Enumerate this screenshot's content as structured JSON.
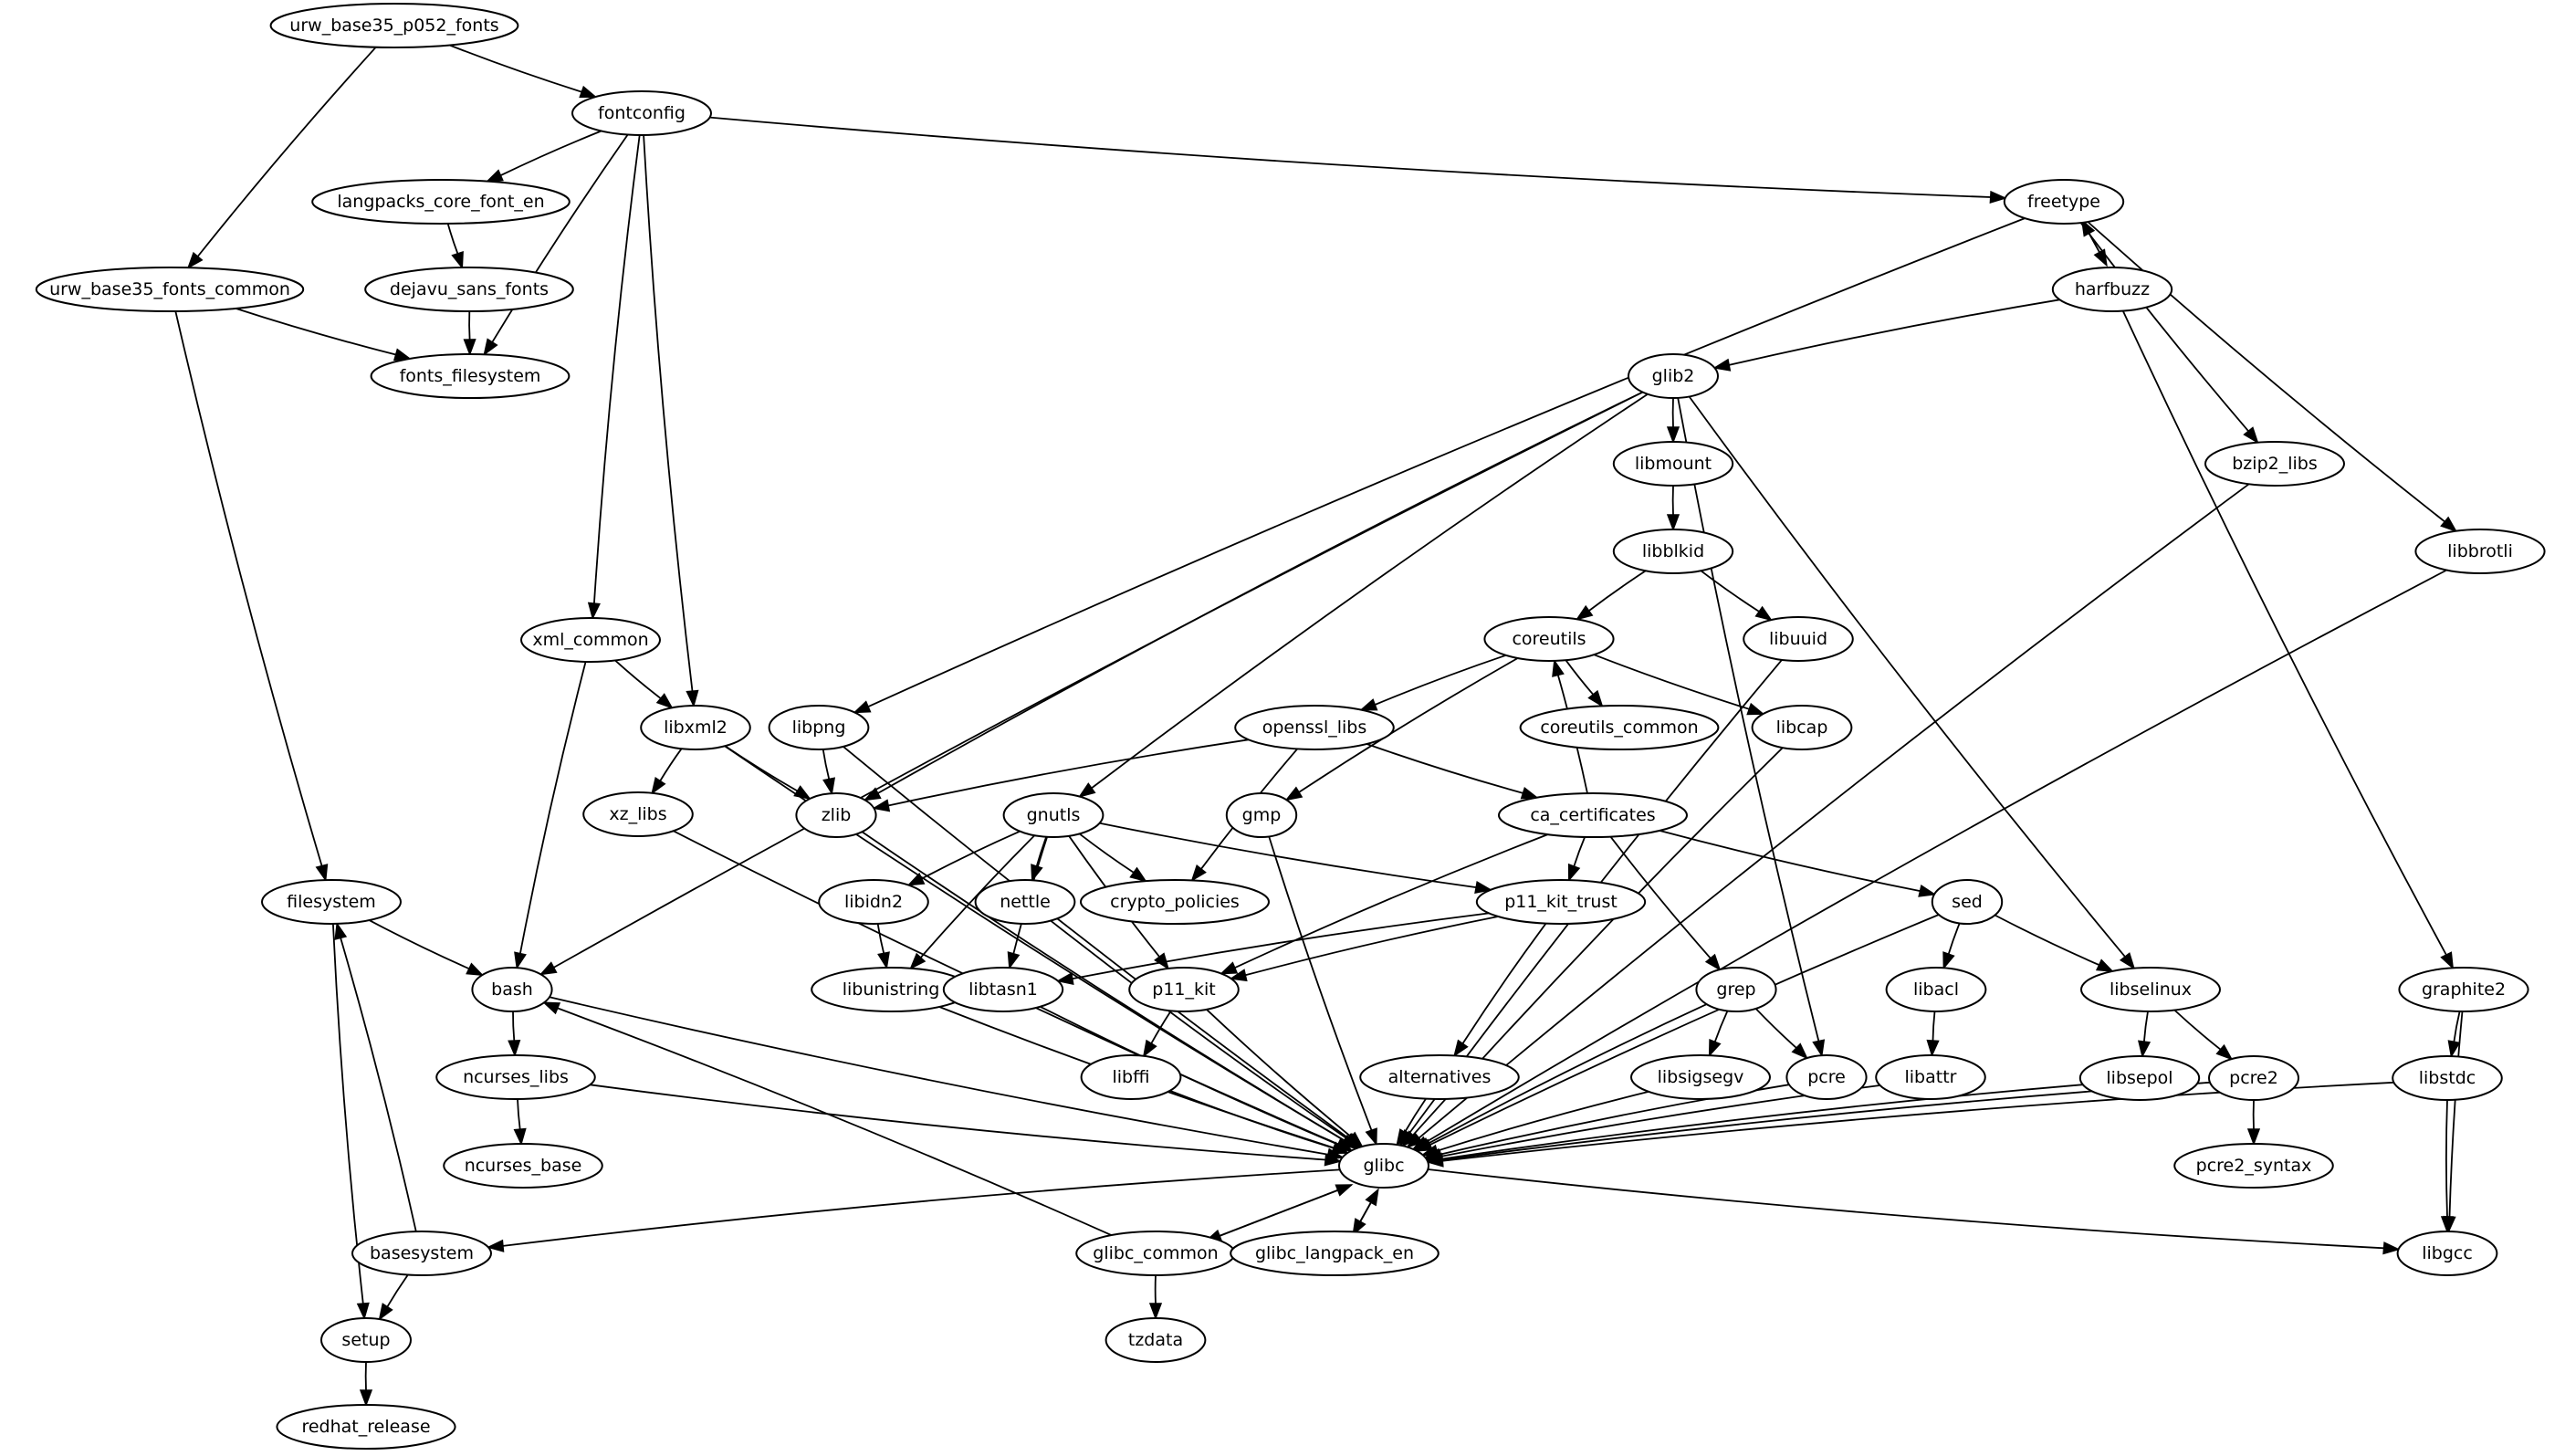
{
  "graph": {
    "title": "Package dependency graph",
    "nodes": [
      {
        "id": "urw_base35_p052_fonts",
        "label": "urw_base35_p052_fonts"
      },
      {
        "id": "fontconfig",
        "label": "fontconfig"
      },
      {
        "id": "langpacks_core_font_en",
        "label": "langpacks_core_font_en"
      },
      {
        "id": "urw_base35_fonts_common",
        "label": "urw_base35_fonts_common"
      },
      {
        "id": "dejavu_sans_fonts",
        "label": "dejavu_sans_fonts"
      },
      {
        "id": "fonts_filesystem",
        "label": "fonts_filesystem"
      },
      {
        "id": "freetype",
        "label": "freetype"
      },
      {
        "id": "harfbuzz",
        "label": "harfbuzz"
      },
      {
        "id": "glib2",
        "label": "glib2"
      },
      {
        "id": "libmount",
        "label": "libmount"
      },
      {
        "id": "bzip2_libs",
        "label": "bzip2_libs"
      },
      {
        "id": "libblkid",
        "label": "libblkid"
      },
      {
        "id": "libbrotli",
        "label": "libbrotli"
      },
      {
        "id": "coreutils",
        "label": "coreutils"
      },
      {
        "id": "libuuid",
        "label": "libuuid"
      },
      {
        "id": "xml_common",
        "label": "xml_common"
      },
      {
        "id": "libxml2",
        "label": "libxml2"
      },
      {
        "id": "libpng",
        "label": "libpng"
      },
      {
        "id": "openssl_libs",
        "label": "openssl_libs"
      },
      {
        "id": "coreutils_common",
        "label": "coreutils_common"
      },
      {
        "id": "libcap",
        "label": "libcap"
      },
      {
        "id": "xz_libs",
        "label": "xz_libs"
      },
      {
        "id": "zlib",
        "label": "zlib"
      },
      {
        "id": "gnutls",
        "label": "gnutls"
      },
      {
        "id": "gmp",
        "label": "gmp"
      },
      {
        "id": "ca_certificates",
        "label": "ca_certificates"
      },
      {
        "id": "filesystem",
        "label": "filesystem"
      },
      {
        "id": "libidn2",
        "label": "libidn2"
      },
      {
        "id": "nettle",
        "label": "nettle"
      },
      {
        "id": "crypto_policies",
        "label": "crypto_policies"
      },
      {
        "id": "p11_kit_trust",
        "label": "p11_kit_trust"
      },
      {
        "id": "sed",
        "label": "sed"
      },
      {
        "id": "bash",
        "label": "bash"
      },
      {
        "id": "libunistring",
        "label": "libunistring"
      },
      {
        "id": "libtasn1",
        "label": "libtasn1"
      },
      {
        "id": "p11_kit",
        "label": "p11_kit"
      },
      {
        "id": "grep",
        "label": "grep"
      },
      {
        "id": "libacl",
        "label": "libacl"
      },
      {
        "id": "libselinux",
        "label": "libselinux"
      },
      {
        "id": "graphite2",
        "label": "graphite2"
      },
      {
        "id": "ncurses_libs",
        "label": "ncurses_libs"
      },
      {
        "id": "libffi",
        "label": "libffi"
      },
      {
        "id": "alternatives",
        "label": "alternatives"
      },
      {
        "id": "libsigsegv",
        "label": "libsigsegv"
      },
      {
        "id": "pcre",
        "label": "pcre"
      },
      {
        "id": "libattr",
        "label": "libattr"
      },
      {
        "id": "libsepol",
        "label": "libsepol"
      },
      {
        "id": "pcre2",
        "label": "pcre2"
      },
      {
        "id": "libstdc",
        "label": "libstdc"
      },
      {
        "id": "ncurses_base",
        "label": "ncurses_base"
      },
      {
        "id": "glibc",
        "label": "glibc"
      },
      {
        "id": "pcre2_syntax",
        "label": "pcre2_syntax"
      },
      {
        "id": "basesystem",
        "label": "basesystem"
      },
      {
        "id": "glibc_common",
        "label": "glibc_common"
      },
      {
        "id": "glibc_langpack_en",
        "label": "glibc_langpack_en"
      },
      {
        "id": "libgcc",
        "label": "libgcc"
      },
      {
        "id": "setup",
        "label": "setup"
      },
      {
        "id": "tzdata",
        "label": "tzdata"
      },
      {
        "id": "redhat_release",
        "label": "redhat_release"
      }
    ],
    "edges": [
      [
        "urw_base35_p052_fonts",
        "fontconfig"
      ],
      [
        "urw_base35_p052_fonts",
        "urw_base35_fonts_common"
      ],
      [
        "fontconfig",
        "langpacks_core_font_en"
      ],
      [
        "fontconfig",
        "fonts_filesystem"
      ],
      [
        "fontconfig",
        "freetype"
      ],
      [
        "fontconfig",
        "xml_common"
      ],
      [
        "fontconfig",
        "libxml2"
      ],
      [
        "langpacks_core_font_en",
        "dejavu_sans_fonts"
      ],
      [
        "dejavu_sans_fonts",
        "fonts_filesystem"
      ],
      [
        "urw_base35_fonts_common",
        "fonts_filesystem"
      ],
      [
        "urw_base35_fonts_common",
        "filesystem"
      ],
      [
        "freetype",
        "harfbuzz"
      ],
      [
        "harfbuzz",
        "freetype"
      ],
      [
        "freetype",
        "libpng"
      ],
      [
        "freetype",
        "bzip2_libs"
      ],
      [
        "freetype",
        "libbrotli"
      ],
      [
        "harfbuzz",
        "glib2"
      ],
      [
        "harfbuzz",
        "graphite2"
      ],
      [
        "glib2",
        "libmount"
      ],
      [
        "glib2",
        "bash"
      ],
      [
        "glib2",
        "zlib"
      ],
      [
        "glib2",
        "gnutls"
      ],
      [
        "glib2",
        "pcre"
      ],
      [
        "glib2",
        "libselinux"
      ],
      [
        "libmount",
        "libblkid"
      ],
      [
        "libblkid",
        "coreutils"
      ],
      [
        "libblkid",
        "libuuid"
      ],
      [
        "coreutils",
        "openssl_libs"
      ],
      [
        "coreutils",
        "coreutils_common"
      ],
      [
        "coreutils",
        "libcap"
      ],
      [
        "coreutils",
        "gmp"
      ],
      [
        "ca_certificates",
        "coreutils"
      ],
      [
        "xml_common",
        "libxml2"
      ],
      [
        "xml_common",
        "bash"
      ],
      [
        "libxml2",
        "xz_libs"
      ],
      [
        "libxml2",
        "zlib"
      ],
      [
        "libxml2",
        "glibc"
      ],
      [
        "libpng",
        "zlib"
      ],
      [
        "libpng",
        "glibc"
      ],
      [
        "openssl_libs",
        "zlib"
      ],
      [
        "openssl_libs",
        "crypto_policies"
      ],
      [
        "openssl_libs",
        "ca_certificates"
      ],
      [
        "gnutls",
        "libidn2"
      ],
      [
        "gnutls",
        "libunistring"
      ],
      [
        "gnutls",
        "libtasn1"
      ],
      [
        "gnutls",
        "nettle"
      ],
      [
        "gnutls",
        "crypto_policies"
      ],
      [
        "gnutls",
        "p11_kit"
      ],
      [
        "gnutls",
        "p11_kit_trust"
      ],
      [
        "ca_certificates",
        "p11_kit_trust"
      ],
      [
        "ca_certificates",
        "p11_kit"
      ],
      [
        "ca_certificates",
        "grep"
      ],
      [
        "ca_certificates",
        "sed"
      ],
      [
        "p11_kit_trust",
        "libtasn1"
      ],
      [
        "p11_kit_trust",
        "p11_kit"
      ],
      [
        "p11_kit_trust",
        "alternatives"
      ],
      [
        "libidn2",
        "libunistring"
      ],
      [
        "p11_kit",
        "libffi"
      ],
      [
        "p11_kit",
        "glibc"
      ],
      [
        "sed",
        "libacl"
      ],
      [
        "sed",
        "libselinux"
      ],
      [
        "sed",
        "glibc"
      ],
      [
        "libacl",
        "libattr"
      ],
      [
        "grep",
        "libsigsegv"
      ],
      [
        "grep",
        "pcre"
      ],
      [
        "grep",
        "glibc"
      ],
      [
        "libselinux",
        "libsepol"
      ],
      [
        "libselinux",
        "pcre2"
      ],
      [
        "pcre2",
        "pcre2_syntax"
      ],
      [
        "graphite2",
        "libstdc"
      ],
      [
        "graphite2",
        "libgcc"
      ],
      [
        "libstdc",
        "libgcc"
      ],
      [
        "filesystem",
        "bash"
      ],
      [
        "filesystem",
        "setup"
      ],
      [
        "basesystem",
        "filesystem"
      ],
      [
        "basesystem",
        "setup"
      ],
      [
        "setup",
        "redhat_release"
      ],
      [
        "bash",
        "ncurses_libs"
      ],
      [
        "bash",
        "glibc"
      ],
      [
        "ncurses_libs",
        "ncurses_base"
      ],
      [
        "ncurses_libs",
        "glibc"
      ],
      [
        "xz_libs",
        "glibc"
      ],
      [
        "zlib",
        "glibc"
      ],
      [
        "libunistring",
        "glibc"
      ],
      [
        "libtasn1",
        "glibc"
      ],
      [
        "nettle",
        "glibc"
      ],
      [
        "gmp",
        "glibc"
      ],
      [
        "libffi",
        "glibc"
      ],
      [
        "alternatives",
        "glibc"
      ],
      [
        "libsigsegv",
        "glibc"
      ],
      [
        "pcre",
        "glibc"
      ],
      [
        "libattr",
        "glibc"
      ],
      [
        "libcap",
        "glibc"
      ],
      [
        "libuuid",
        "glibc"
      ],
      [
        "libsepol",
        "glibc"
      ],
      [
        "pcre2",
        "glibc"
      ],
      [
        "bzip2_libs",
        "glibc"
      ],
      [
        "libbrotli",
        "glibc"
      ],
      [
        "libstdc",
        "glibc"
      ],
      [
        "glibc",
        "basesystem"
      ],
      [
        "glibc",
        "glibc_common"
      ],
      [
        "glibc_common",
        "glibc"
      ],
      [
        "glibc",
        "glibc_langpack_en"
      ],
      [
        "glibc_langpack_en",
        "glibc"
      ],
      [
        "glibc",
        "libgcc"
      ],
      [
        "glibc_common",
        "tzdata"
      ],
      [
        "glibc_common",
        "bash"
      ]
    ]
  }
}
